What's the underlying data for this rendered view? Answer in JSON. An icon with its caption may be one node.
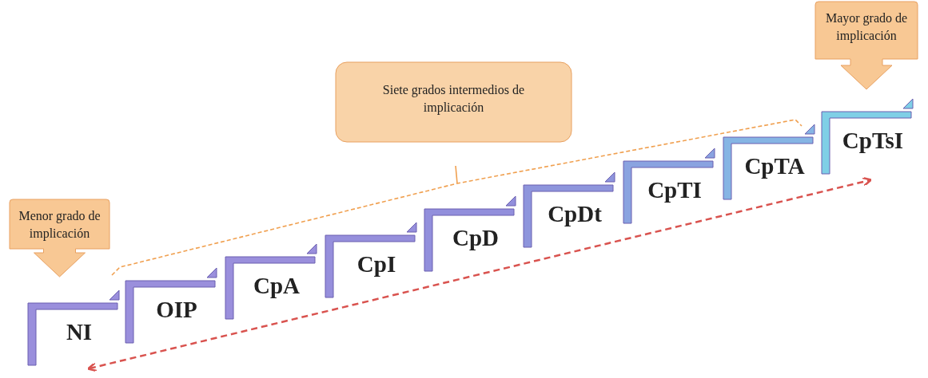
{
  "diagram": {
    "nodes": [
      {
        "text": [
          "Menor grado de implicación"
        ]
      },
      {
        "text": [
          "NI"
        ]
      },
      {
        "text": [
          "OIP"
        ]
      },
      {
        "text": [
          "CpA"
        ]
      },
      {
        "text": [
          "CpI"
        ]
      },
      {
        "text": [
          "CpD"
        ]
      },
      {
        "text": [
          "CpDt"
        ]
      },
      {
        "text": [
          "CpTI"
        ]
      },
      {
        "text": [
          "CpTA"
        ]
      },
      {
        "text": [
          "CpTsI"
        ]
      },
      {
        "text": [
          "Siete grados intermedios de implicación"
        ]
      },
      {
        "text": [
          "Mayor grado de implicación"
        ]
      }
    ]
  }
}
